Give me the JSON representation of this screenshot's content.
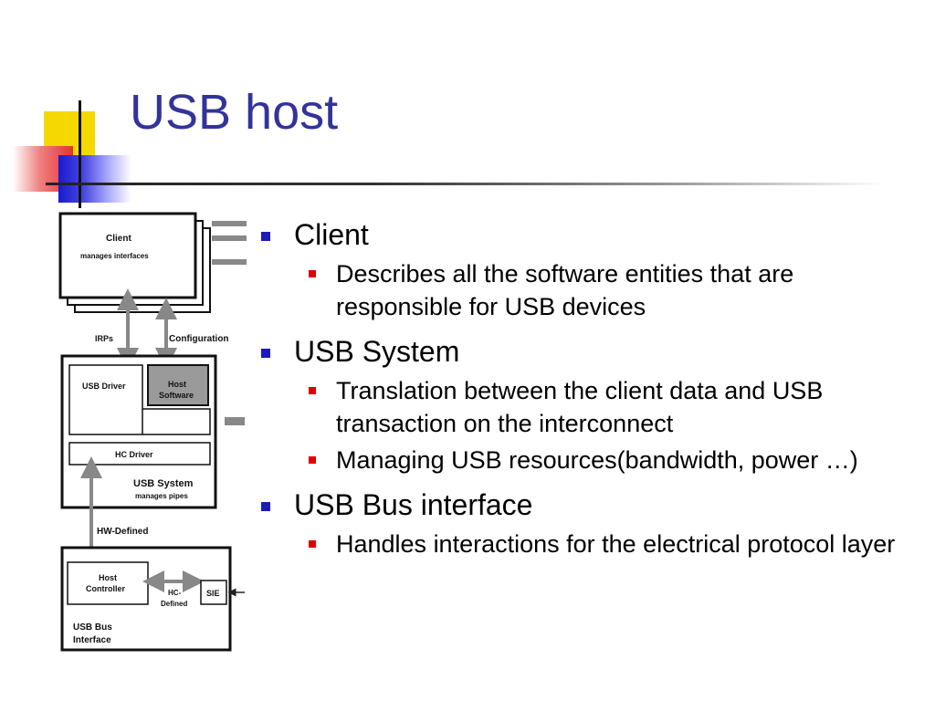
{
  "slide": {
    "title": "USB host"
  },
  "bullets": [
    {
      "text": "Client",
      "sub": [
        "Describes all the software entities that are responsible for USB devices"
      ]
    },
    {
      "text": "USB System",
      "sub": [
        "Translation between the client data and USB transaction on the interconnect",
        "Managing USB resources(bandwidth, power …)"
      ]
    },
    {
      "text": "USB Bus interface",
      "sub": [
        "Handles interactions for the electrical protocol layer"
      ]
    }
  ],
  "diagram": {
    "client_title": "Client",
    "client_sub": "manages interfaces",
    "irps_label": "IRPs",
    "configuration_label": "Configuration",
    "usb_driver": "USB Driver",
    "host_software_1": "Host",
    "host_software_2": "Software",
    "hc_driver": "HC Driver",
    "usb_system": "USB System",
    "usb_system_sub": "manages pipes",
    "hw_defined": "HW-Defined",
    "host_controller_1": "Host",
    "host_controller_2": "Controller",
    "hc_defined_1": "HC-",
    "hc_defined_2": "Defined",
    "sie": "SIE",
    "usb_bus_1": "USB Bus",
    "usb_bus_2": "Interface"
  },
  "colors": {
    "title": "#333399",
    "bullet_l1": "#1c1cb8",
    "bullet_l2": "#e00000"
  }
}
